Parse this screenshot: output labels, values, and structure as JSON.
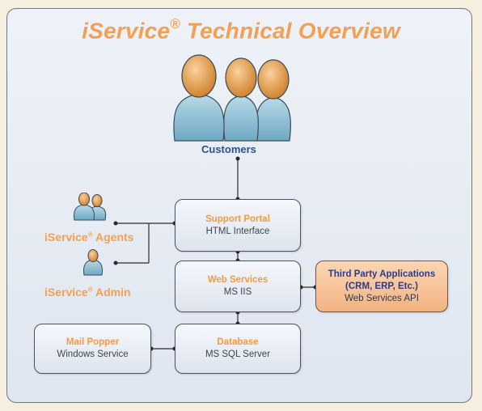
{
  "title": {
    "text": "iService",
    "mark": "®",
    "rest": " Technical Overview"
  },
  "customers_label": "Customers",
  "agents": {
    "agents_name": "iService",
    "agents_mark": "®",
    "agents_suffix": " Agents",
    "admin_name": "iService",
    "admin_mark": "®",
    "admin_suffix": " Admin"
  },
  "boxes": {
    "support_portal": {
      "title": "Support Portal",
      "subtitle": "HTML Interface"
    },
    "web_services": {
      "title": "Web Services",
      "subtitle": "MS IIS"
    },
    "third_party": {
      "title_line1": "Third Party Applications",
      "title_line2": "(CRM, ERP, Etc.)",
      "subtitle": "Web Services API"
    },
    "mail_popper": {
      "title": "Mail Popper",
      "subtitle": "Windows Service"
    },
    "database": {
      "title": "Database",
      "subtitle": "MS SQL Server"
    }
  },
  "colors": {
    "accent_orange": "#f3a052",
    "label_blue": "#2f4f93",
    "person_blue": "#8fc0d6",
    "person_head": "#e7a14d"
  },
  "icons": [
    "customers-group-icon",
    "agents-group-icon",
    "admin-person-icon"
  ]
}
